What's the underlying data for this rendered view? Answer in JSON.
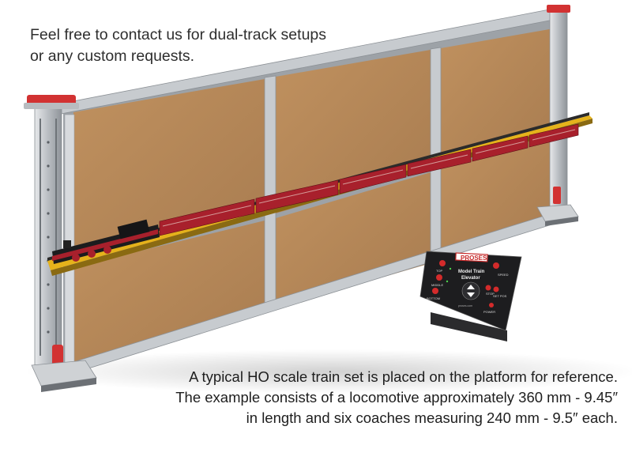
{
  "caption_top": {
    "line1": "Feel free to contact us for dual-track setups",
    "line2": "or any custom requests."
  },
  "caption_bottom": {
    "line1": "A typical HO scale train set is placed on the platform for reference.",
    "line2": "The example consists of a locomotive approximately 360 mm - 9.45″",
    "line3": "in length and six coaches measuring 240 mm - 9.5″ each."
  },
  "control_panel": {
    "brand": "PROSES",
    "title_line1": "Model Train",
    "title_line2": "Elevator",
    "label_speed": "SPEED",
    "label_middle": "MIDDLE",
    "label_bottom": "BOTTOM",
    "label_top": "TOP",
    "label_stop": "STOP",
    "label_set_pos": "SET POS",
    "label_power": "POWER",
    "label_model": "proses.com"
  },
  "colors": {
    "board": "#b98a5c",
    "frame": "#c9ccd0",
    "rail_yellow": "#e5b21b",
    "coach_red": "#a8202c",
    "accent_red": "#d32b2b",
    "panel_black": "#1d1d1f"
  }
}
